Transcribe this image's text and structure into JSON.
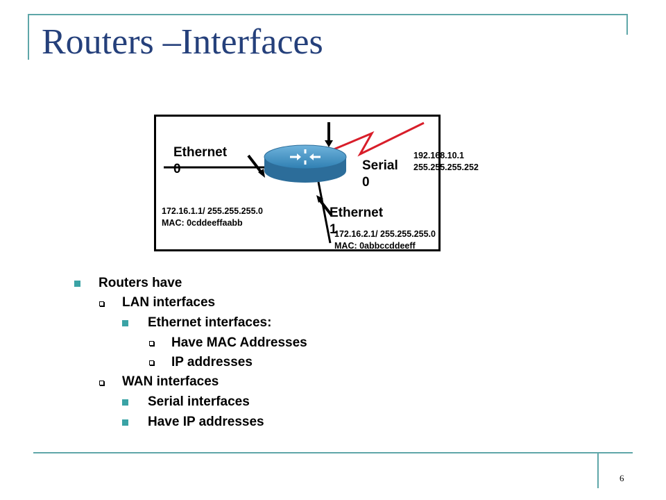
{
  "slide": {
    "title": "Routers –Interfaces",
    "page_number": "6"
  },
  "diagram": {
    "interfaces": {
      "ethernet0": "Ethernet\n0",
      "serial0": "Serial\n0",
      "ethernet1": "Ethernet\n1"
    },
    "addresses": {
      "ethernet0": "172.16.1.1/ 255.255.255.0\nMAC: 0cddeeffaabb",
      "serial0": "192.168.10.1\n255.255.255.252",
      "ethernet1": "172.16.2.1/ 255.255.255.0\nMAC: 0abbccddeeff"
    },
    "colors": {
      "router": "#2f7fb2",
      "serial_link": "#d81e2a"
    },
    "icons": [
      "router-icon",
      "serial-lightning-icon",
      "pointer-arrow-icon"
    ]
  },
  "bullets": [
    {
      "level": 1,
      "text": "Routers have"
    },
    {
      "level": 2,
      "text": "LAN interfaces"
    },
    {
      "level": 3,
      "text": "Ethernet interfaces:"
    },
    {
      "level": 4,
      "text": "Have MAC Addresses"
    },
    {
      "level": 4,
      "text": "IP addresses"
    },
    {
      "level": 2,
      "text": "WAN interfaces"
    },
    {
      "level": 3,
      "text": "Serial interfaces"
    },
    {
      "level": 3,
      "text": "Have IP addresses"
    }
  ],
  "theme": {
    "title_color": "#25407b",
    "accent": "#3aa3a5",
    "frame": "#5ea6a8"
  }
}
